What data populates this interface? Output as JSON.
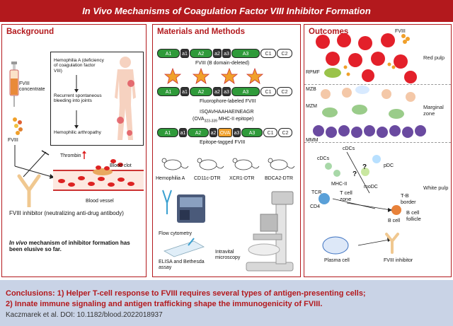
{
  "title": "In Vivo Mechanisms of Coagulation Factor VIII Inhibitor Formation",
  "background": {
    "heading": "Background",
    "fviii_concentrate": "FVIII concentrate",
    "fviii": "FVIII",
    "hemophilia_a": "Hemophilia A (deficiency of coagulation factor VIII)",
    "recurrent_bleeding": "Recurrent spontaneous bleeding into joints",
    "arthropathy": "Hemophilic arthropathy",
    "thrombin": "Thrombin",
    "blood_clot": "Blood clot",
    "blood_vessel": "Blood vessel",
    "inhibitor_label": "FVIII inhibitor (neutralizing anti-drug antibody)",
    "elusive_italic": "In vivo",
    "elusive_rest": " mechanism of inhibitor formation has been elusive so far."
  },
  "methods": {
    "heading": "Materials and Methods",
    "domains": [
      "A1",
      "a1",
      "A2",
      "a2",
      "a3",
      "A3",
      "C1",
      "C2"
    ],
    "ova_domain": "OVA",
    "construct1": "FVIII (B domain-deleted)",
    "construct2": "Fluorophore-labeled FVIII",
    "epitope_seq": "ISQAVHAAHAEINEAGR",
    "epitope_ova": "(OVA",
    "epitope_sub": "323-339",
    "epitope_mhc": " MHC-II epitope)",
    "construct3": "Epitope-tagged FVIII",
    "mice": [
      "Hemophilia A",
      "CD11c-DTR",
      "XCR1-DTR",
      "BDCA2-DTR"
    ],
    "flow": "Flow cytometry",
    "elisa": "ELISA and Bethesda assay",
    "intravital": "Intravital microscopy"
  },
  "outcomes": {
    "heading": "Outcomes",
    "fviii": "FVIII",
    "rpmf": "RPMF",
    "mzb": "MZB",
    "mzm": "MZM",
    "mmm": "MMM",
    "red_pulp": "Red pulp",
    "marginal_zone": "Marginal zone",
    "white_pulp": "White pulp",
    "cdcs_1": "cDCs",
    "cdcs_2": "cDCs",
    "pdc": "pDC",
    "modc": "moDC",
    "mhc": "MHC-II",
    "tcr": "TCR",
    "cd4": "CD4",
    "tcell_zone": "T cell zone",
    "tb_border": "T-B border",
    "bcell": "B cell",
    "bcell_follicle": "B cell follicle",
    "plasma": "Plasma cell",
    "inhibitor": "FVIII inhibitor",
    "q": "?"
  },
  "conclusions": {
    "label": "Conclusions:",
    "n1": " 1)",
    "text1": " Helper T-cell response to FVIII requires several types of antigen-presenting cells;",
    "n2": "2)",
    "text2": " Innate immune signaling and antigen trafficking shape the immunogenicity of FVIII.",
    "citation": "Kaczmarek et al. DOI: 10.1182/blood.2022018937"
  },
  "colors": {
    "accent": "#b3191d",
    "domain_green": "#2f9a3a",
    "ova_orange": "#f0a02a",
    "conclusion_bg": "#c9d3e6"
  }
}
